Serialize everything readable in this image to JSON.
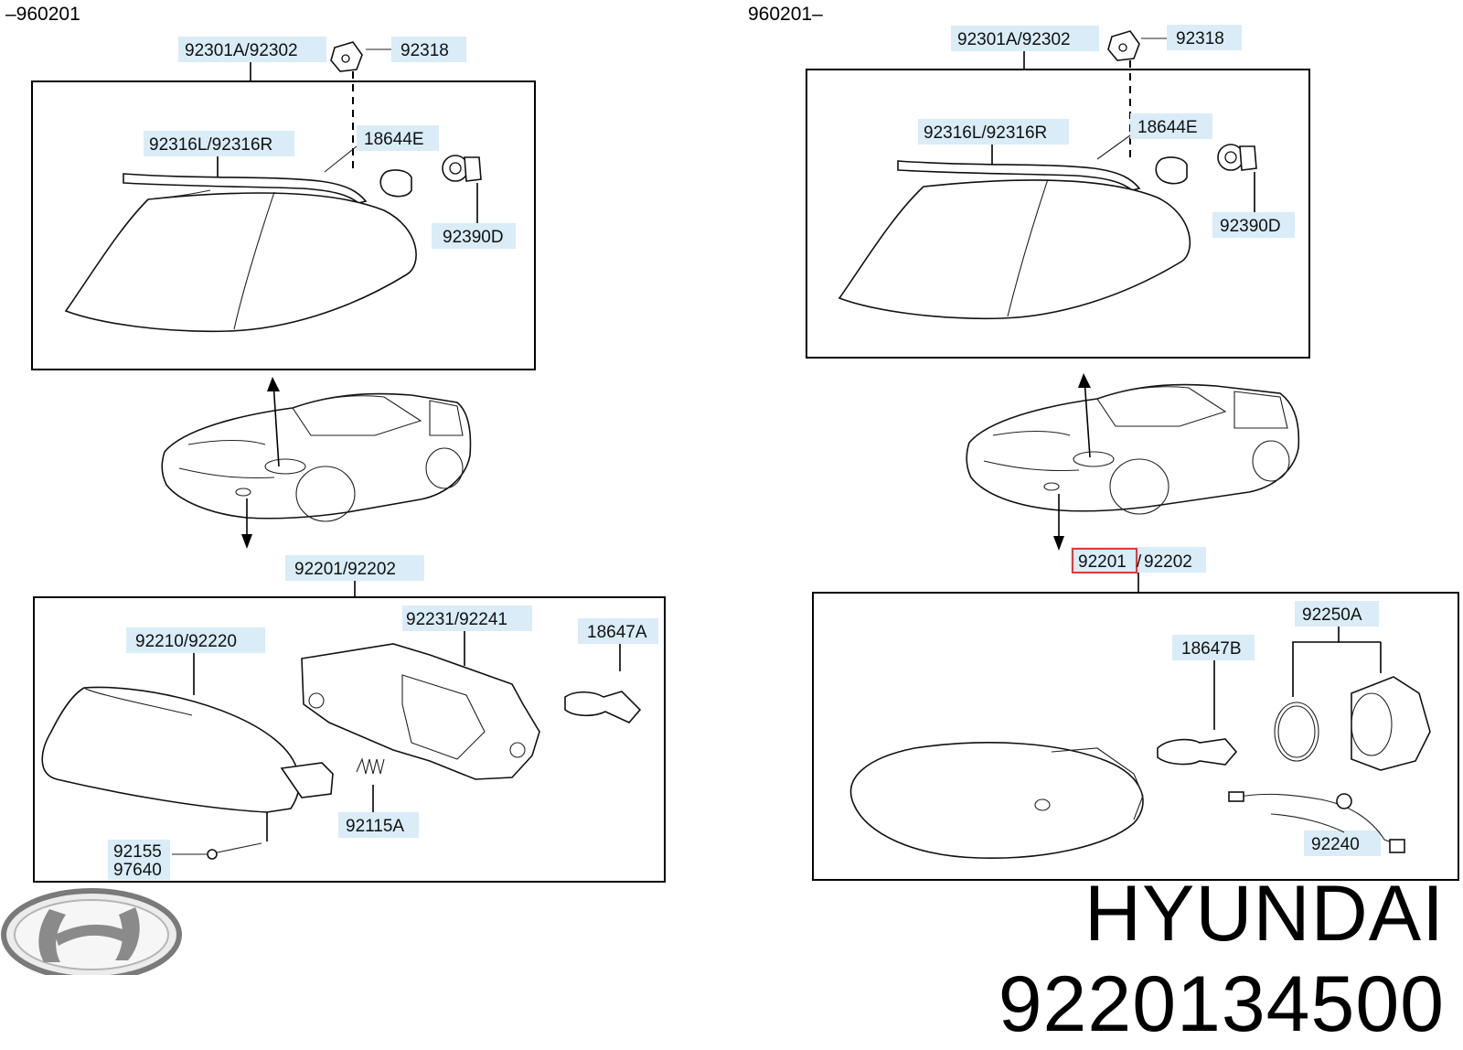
{
  "headers": {
    "left": "–960201",
    "right": "960201–"
  },
  "left_top": {
    "labels": [
      "92301A/92302",
      "92318",
      "92316L/92316R",
      "18644E",
      "92390D"
    ]
  },
  "left_bottom": {
    "labels": [
      "92201/92202",
      "92210/92220",
      "92231/92241",
      "18647A",
      "92115A",
      "92155",
      "97640"
    ]
  },
  "right_top": {
    "labels": [
      "92301A/92302",
      "92318",
      "92316L/92316R",
      "18644E",
      "92390D"
    ]
  },
  "right_bottom": {
    "label_highlight": "92201",
    "label_sep": "/",
    "label_rest": "92202",
    "labels": [
      "92250A",
      "18647B",
      "92240"
    ]
  },
  "brand": {
    "logo": "hyundai-logo",
    "title": "HYUNDAI 9220134500"
  },
  "colors": {
    "label_bg": "#d9ecf7",
    "highlight_border": "#e23a3a"
  }
}
